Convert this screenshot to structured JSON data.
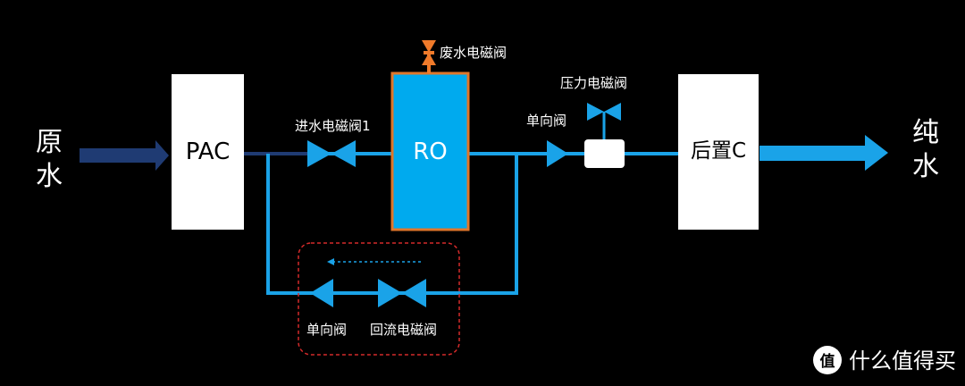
{
  "input": {
    "line1": "原",
    "line2": "水"
  },
  "output": {
    "line1": "纯",
    "line2": "水"
  },
  "pac": {
    "label": "PAC"
  },
  "ro": {
    "label": "RO"
  },
  "post": {
    "label": "后置C"
  },
  "valves": {
    "inlet": "进水电磁阀1",
    "waste": "废水电磁阀",
    "check_main": "单向阀",
    "pressure": "压力电磁阀",
    "check_return": "单向阀",
    "reflux": "回流电磁阀"
  },
  "watermark": {
    "text": "什么值得买",
    "icon": "smzdm-logo-icon"
  },
  "colors": {
    "pipe": "#1aa3e8",
    "inlet_pipe": "#1f3b73",
    "ro_fill": "#00aaee",
    "ro_border": "#e0762a",
    "waste_valve": "#f07a2a",
    "dashed_box": "#d42a2a"
  }
}
